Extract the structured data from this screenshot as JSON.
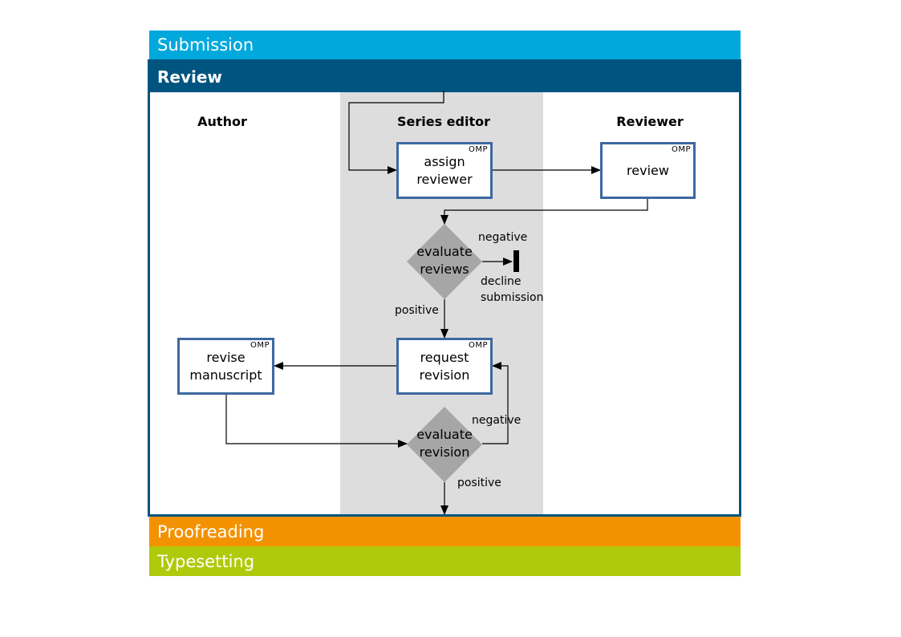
{
  "phases": {
    "submission": "Submission",
    "review": "Review",
    "proofreading": "Proofreading",
    "typesetting": "Typesetting"
  },
  "lanes": {
    "author": "Author",
    "series_editor": "Series editor",
    "reviewer": "Reviewer"
  },
  "tasks": {
    "assign_reviewer": {
      "label": "assign\nreviewer",
      "tag": "OMP"
    },
    "review": {
      "label": "review",
      "tag": "OMP"
    },
    "request_revision": {
      "label": "request\nrevision",
      "tag": "OMP"
    },
    "revise_manuscript": {
      "label": "revise\nmanuscript",
      "tag": "OMP"
    }
  },
  "gateways": {
    "evaluate_reviews": "evaluate\nreviews",
    "evaluate_revision": "evaluate\nrevision"
  },
  "edge_labels": {
    "reviews_negative": "negative",
    "decline_submission": "decline\nsubmission",
    "reviews_positive": "positive",
    "revision_negative": "negative",
    "revision_positive": "positive"
  },
  "colors": {
    "submission": "#00a8dc",
    "review": "#005580",
    "proofreading": "#f39200",
    "typesetting": "#afca0b",
    "task_border": "#3d68a0",
    "gateway": "#a6a6a6",
    "lane_shade": "#dddddd"
  }
}
